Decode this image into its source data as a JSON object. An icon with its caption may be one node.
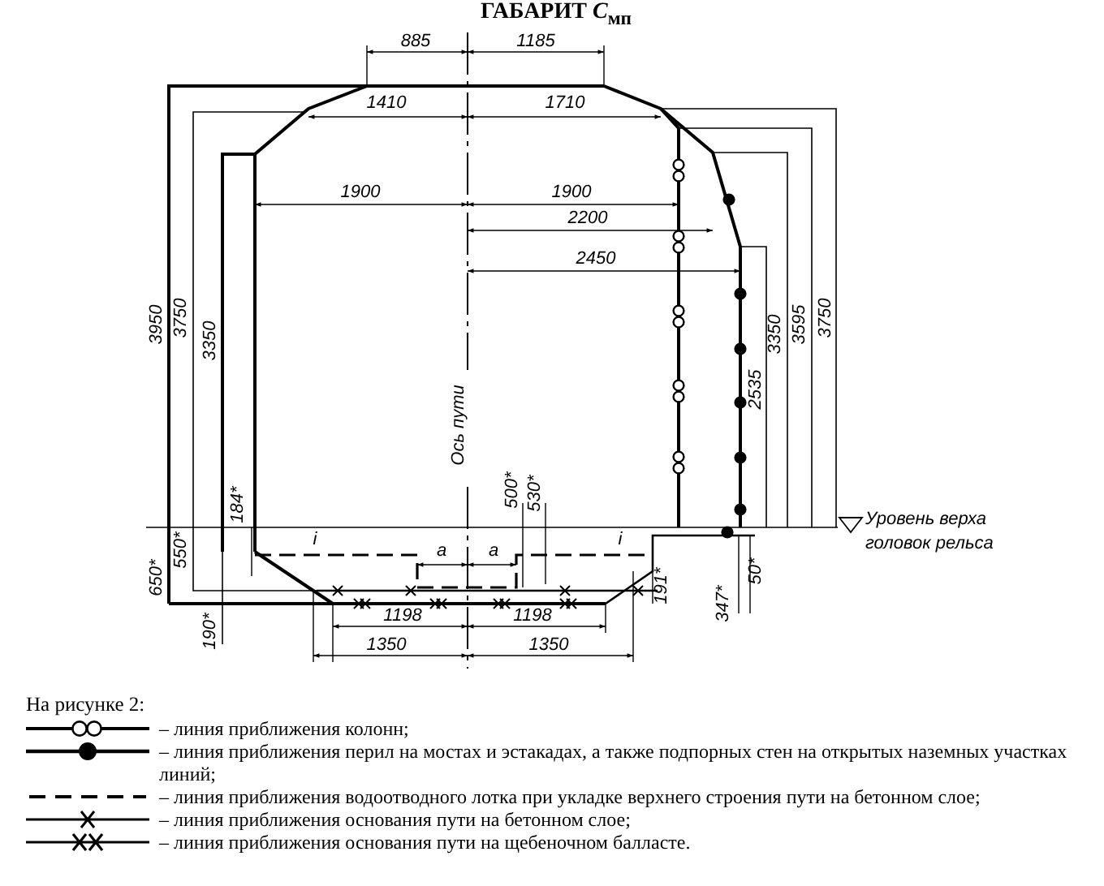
{
  "diagram": {
    "title": "ГАБАРИТ *С*$_{мп}$",
    "labels": [
      "885",
      "1185",
      "1410",
      "1710",
      "1900",
      "1900",
      "2200",
      "2450",
      "3950",
      "3750",
      "3350",
      "3350",
      "3595",
      "3750",
      "2535",
      "Ось пути",
      "184*",
      "500*",
      "530*",
      "Уровень верха головок рельса",
      "i",
      "i",
      "650*",
      "550*",
      "a",
      "a",
      "191*",
      "347*",
      "50*",
      "190*",
      "1198",
      "1198",
      "1350",
      "1350",
      "На рисунке 2:"
    ],
    "legend": [
      {
        "text": "– линия приближения колонн;"
      },
      {
        "text": "– линия приближения перил на мостах и эстакадах, а также подпорных стен на открытых наземных участках линий;"
      },
      {
        "text": "– линия приближения водоотводного лотка при укладке верхнего строения пути на бетонном слое;"
      },
      {
        "text": "– линия приближения основания пути на бетонном слое;"
      },
      {
        "text": "– линия приближения основания пути на щебеночном балласте."
      }
    ]
  }
}
